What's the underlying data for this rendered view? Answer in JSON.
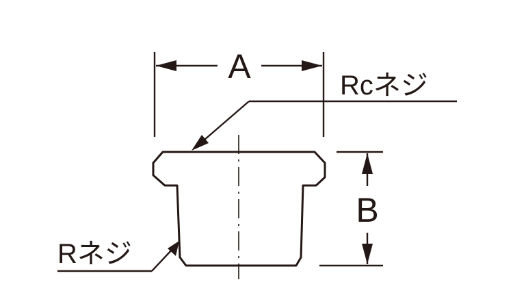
{
  "labels": {
    "dim_a": "A",
    "dim_b": "B",
    "thread_rc": "Rcネジ",
    "thread_r": "Rネジ"
  },
  "colors": {
    "ink": "#231815",
    "background": "#ffffff"
  }
}
